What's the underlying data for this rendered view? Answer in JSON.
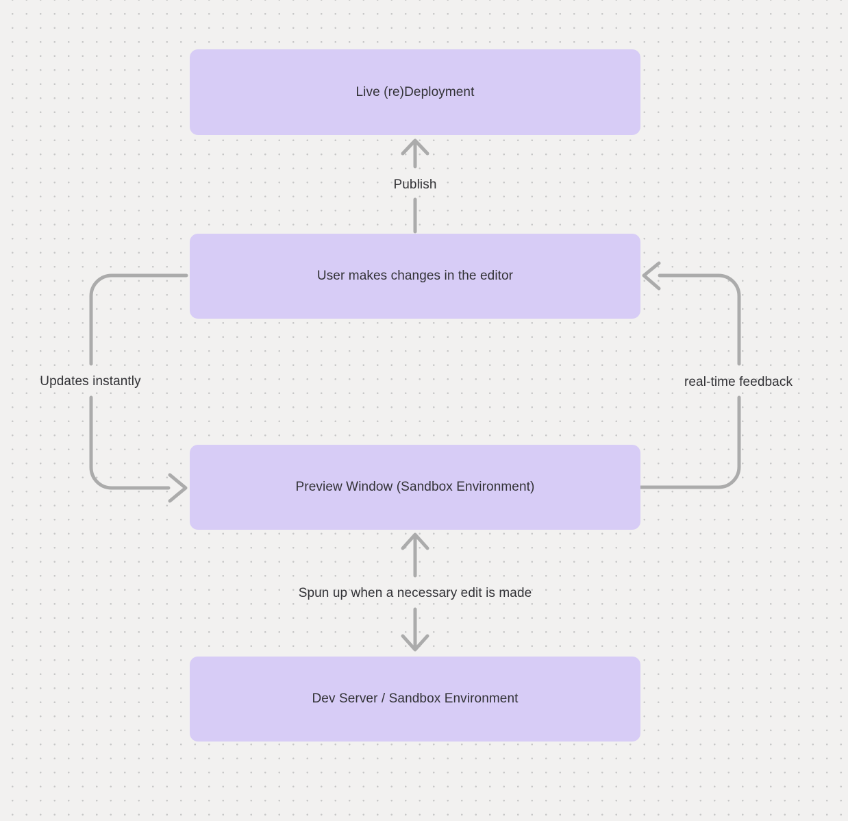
{
  "canvas": {
    "background_color": "#f2f1f0",
    "dot_color": "#c7c7c7",
    "node_fill_color": "#d7ccf6",
    "connector_color": "#ababab",
    "text_color": "#313135"
  },
  "nodes": [
    {
      "id": "live-redeployment",
      "label": "Live (re)Deployment"
    },
    {
      "id": "user-editor-changes",
      "label": "User makes changes in the editor"
    },
    {
      "id": "preview-window",
      "label": "Preview Window (Sandbox Environment)"
    },
    {
      "id": "dev-server",
      "label": "Dev Server / Sandbox Environment"
    }
  ],
  "edges": [
    {
      "id": "publish",
      "label": "Publish",
      "from": "user-editor-changes",
      "to": "live-redeployment",
      "direction": "up"
    },
    {
      "id": "updates-instantly",
      "label": "Updates instantly",
      "from": "user-editor-changes",
      "to": "preview-window",
      "direction": "down-left-loop"
    },
    {
      "id": "real-time-feedback",
      "label": "real-time feedback",
      "from": "preview-window",
      "to": "user-editor-changes",
      "direction": "up-right-loop"
    },
    {
      "id": "spun-up",
      "label": "Spun up when a necessary edit is made",
      "from": "dev-server",
      "to": "preview-window",
      "direction": "bidirectional"
    }
  ]
}
